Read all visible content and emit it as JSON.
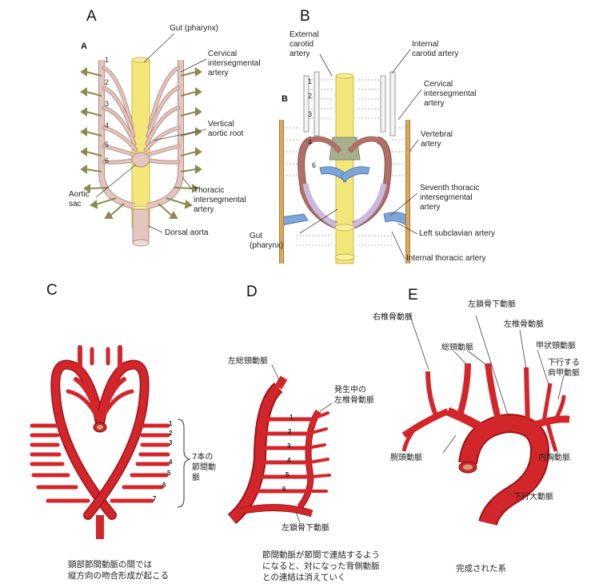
{
  "panels": {
    "A": {
      "letter": "A",
      "inner_letter": "A",
      "labels": {
        "gut": "Gut (pharynx)",
        "cervical": "Cervical\nintersegmental\nartery",
        "vertical": "Vertical\naortic root",
        "aortic_sac": "Aortic\nsac",
        "thoracic": "Thoracic\nintersegmental\nartery",
        "dorsal": "Dorsal aorta"
      },
      "arch_numbers": [
        "1",
        "2",
        "3",
        "4",
        "5",
        "6"
      ]
    },
    "B": {
      "letter": "B",
      "inner_letter": "B",
      "labels": {
        "external": "External\ncarotid\nartery",
        "internal_carotid": "Internal\ncarotid artery",
        "cervical": "Cervical\nintersegmental\nartery",
        "vertebral": "Vertebral\nartery",
        "seventh": "Seventh thoracic\nintersegmental\nartery",
        "gut": "Gut\n(pharynx)",
        "left_subclavian": "Left subclavian artery",
        "internal_thoracic": "Internal thoracic artery"
      },
      "arch_numbers": [
        "1",
        "2",
        "3",
        "4",
        "6"
      ]
    },
    "C": {
      "letter": "C",
      "bracket_label": "7本の\n節間動脈",
      "numbers": [
        "1",
        "2",
        "3",
        "4",
        "5",
        "6",
        "7"
      ],
      "caption": "頸部節間動脈の間では\n縦方向の吻合形成が起こる"
    },
    "D": {
      "letter": "D",
      "labels": {
        "left_common_carotid": "左総頸動脈",
        "developing_vertebral": "発生中の\n左椎骨動脈",
        "left_subclavian": "左鎖骨下動脈"
      },
      "numbers": [
        "1",
        "2",
        "3",
        "4",
        "5",
        "6"
      ],
      "caption": "節間動脈が節間で連結するよう\nになると、対になった背側動脈\nとの連結は消えていく"
    },
    "E": {
      "letter": "E",
      "labels": {
        "left_subclavian": "左鎖骨下動脈",
        "right_vertebral": "右椎骨動脈",
        "left_vertebral": "左椎骨動脈",
        "common_carotid": "総頸動脈",
        "thyrocervical": "甲状頸動脈",
        "descending_scapular": "下行する\n肩甲動脈",
        "brachiocephalic": "腕頭動脈",
        "internal_thoracic": "内胸動脈",
        "descending_aorta": "下行大動脈"
      },
      "caption": "完成された系"
    }
  },
  "colors": {
    "artery_pink": "#e3c6be",
    "artery_outline": "#b58d83",
    "gut_yellow": "#f3e77a",
    "gut_outline": "#c9b84a",
    "vessel_red": "#d3262b",
    "vessel_dark": "#9c1418",
    "olive_marker": "#8b8a52",
    "blue": "#7ea5d8",
    "lavender": "#c9b9e0",
    "brown_red": "#b06f67",
    "orange_tan": "#d9a85a",
    "green_gray": "#a6b08e"
  }
}
